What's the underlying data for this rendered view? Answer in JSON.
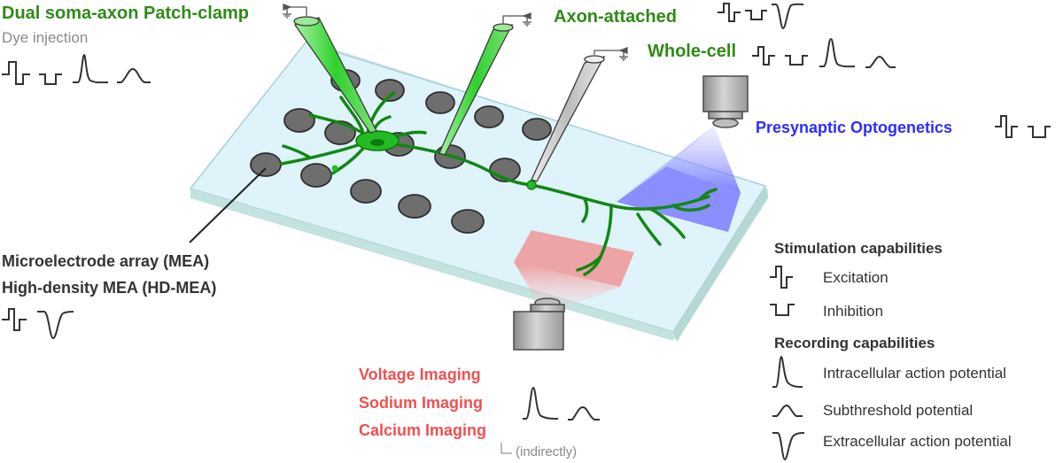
{
  "colors": {
    "green": "#2e8b16",
    "blue": "#2d2dff",
    "red": "#f05050",
    "dark": "#333333",
    "gray": "#8a8a8a",
    "neuron": "#22bb22"
  },
  "labels": {
    "patch_clamp": "Dual soma-axon Patch-clamp",
    "dye_injection": "Dye injection",
    "axon_attached": "Axon-attached",
    "whole_cell": "Whole-cell",
    "optogenetics": "Presynaptic Optogenetics",
    "mea": "Microelectrode array (MEA)",
    "hd_mea": "High-density MEA (HD-MEA)",
    "voltage_imaging": "Voltage Imaging",
    "sodium_imaging": "Sodium Imaging",
    "calcium_imaging": "Calcium Imaging",
    "indirectly": "(indirectly)"
  },
  "legend": {
    "stimulation_title": "Stimulation capabilities",
    "excitation": "Excitation",
    "inhibition": "Inhibition",
    "recording_title": "Recording capabilities",
    "intracellular": "Intracellular action potential",
    "subthreshold": "Subthreshold potential",
    "extracellular": "Extracellular action potential"
  },
  "icons": {
    "excitation": "excitation-pulse-icon",
    "inhibition": "inhibition-pulse-icon",
    "intracellular": "intracellular-spike-icon",
    "subthreshold": "subthreshold-bump-icon",
    "extracellular": "extracellular-spike-icon",
    "microscope": "microscope-objective-icon",
    "pipette": "pipette-icon"
  }
}
